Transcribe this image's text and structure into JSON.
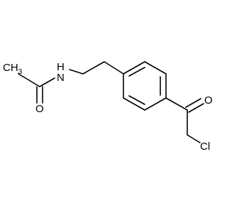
{
  "molecule": {
    "atoms": {
      "methyl": "CH3",
      "nitrogen_hydrogen": "H",
      "nitrogen": "N",
      "amide_oxygen": "O",
      "ketone_oxygen": "O",
      "chlorine": "Cl"
    }
  }
}
